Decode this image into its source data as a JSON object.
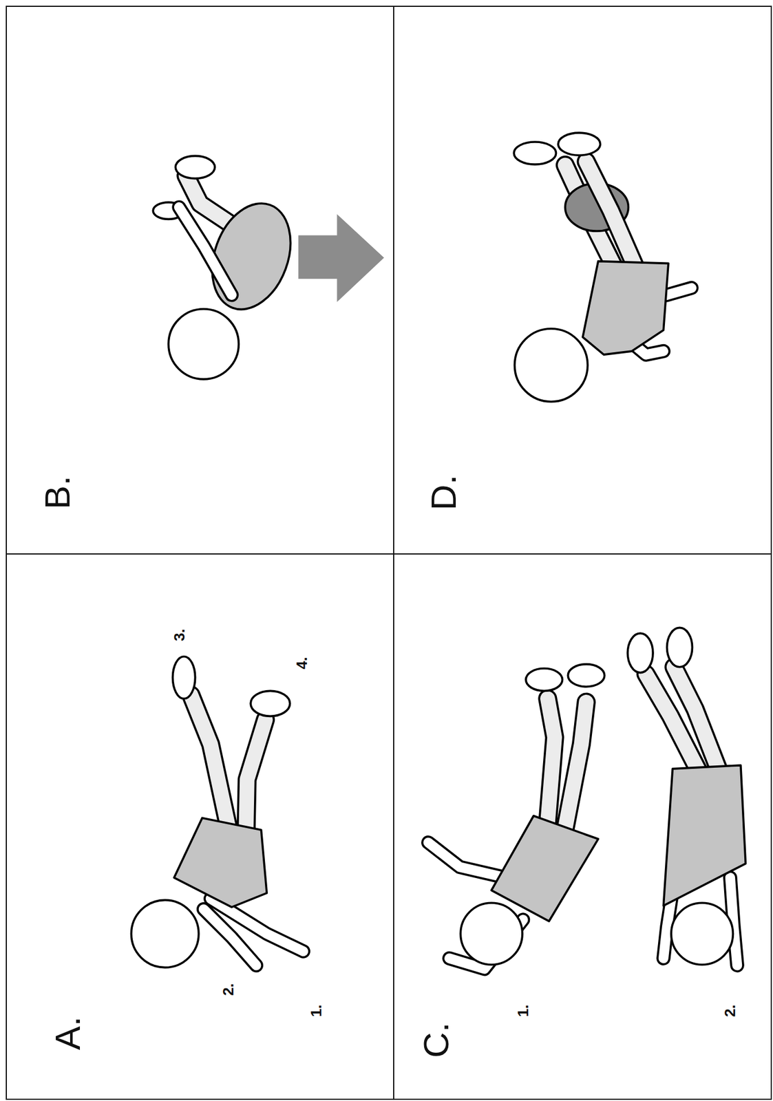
{
  "diagram": {
    "nodes": [
      {
        "text": [
          "A."
        ]
      },
      {
        "text": [
          "B."
        ]
      },
      {
        "text": [
          "C."
        ]
      },
      {
        "text": [
          "D."
        ]
      }
    ],
    "labels": [
      "1.",
      "2.",
      "3.",
      "4.",
      "1.",
      "2."
    ]
  }
}
